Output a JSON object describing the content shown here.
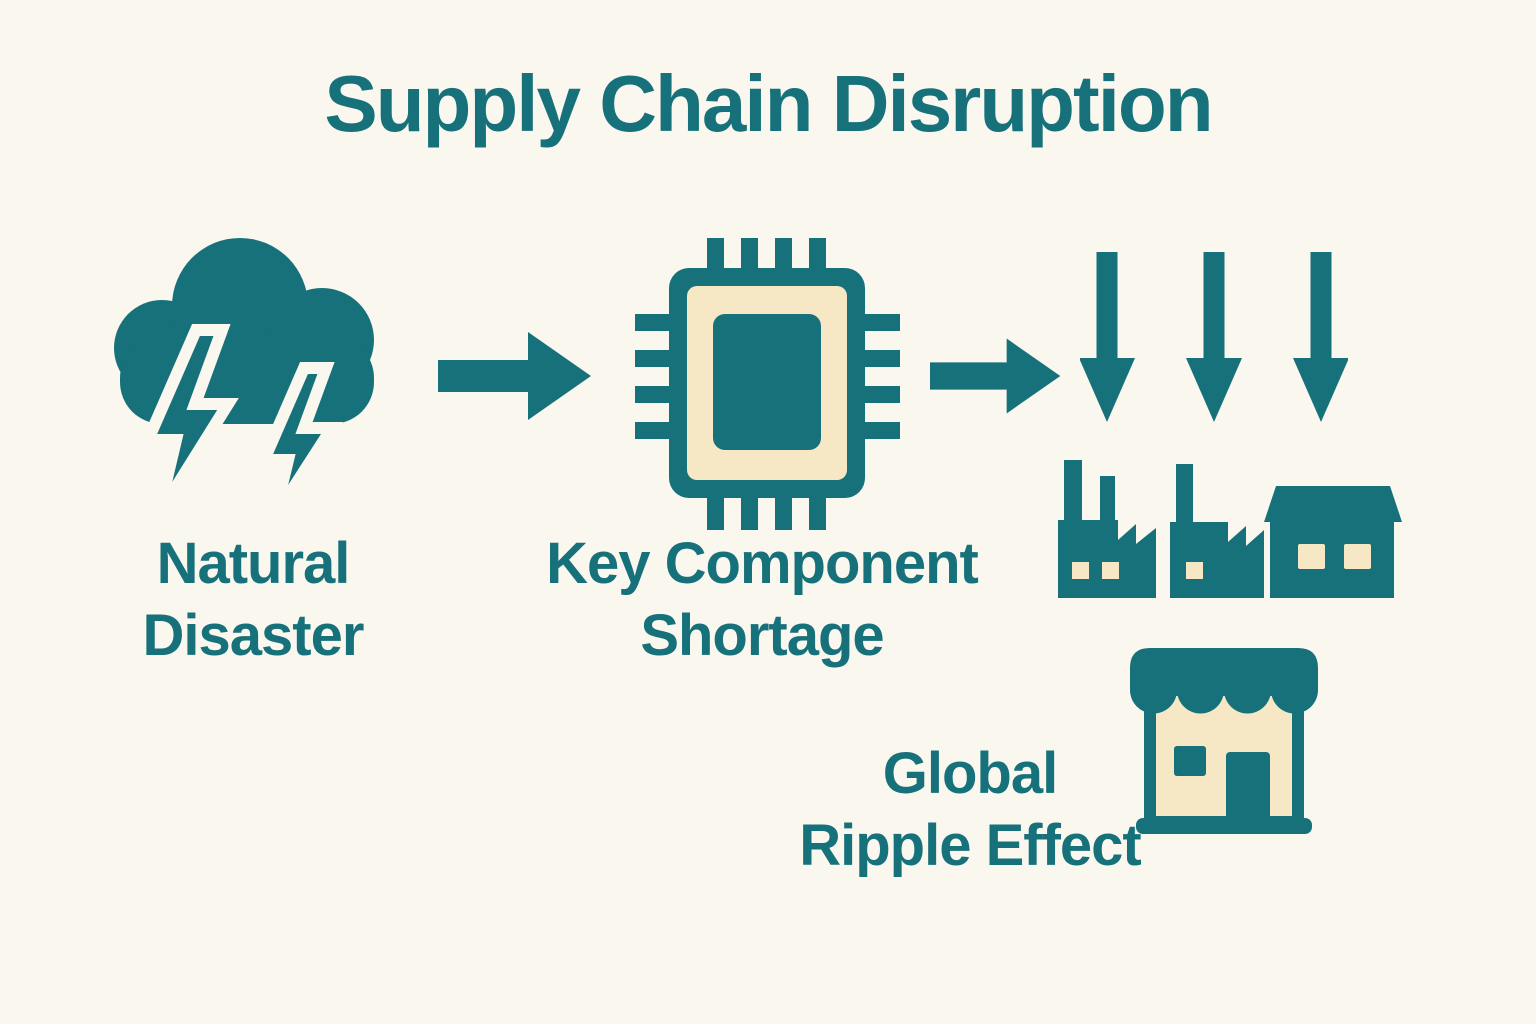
{
  "title": "Supply Chain Disruption",
  "colors": {
    "teal": "#17717b",
    "background": "#faf7ef",
    "cream": "#f6e8c5"
  },
  "nodes": [
    {
      "id": "natural-disaster",
      "icon": "storm-cloud-lightning-icon",
      "label_lines": [
        "Natural",
        "Disaster"
      ]
    },
    {
      "id": "key-component-shortage",
      "icon": "chip-icon",
      "label_lines": [
        "Key Component",
        "Shortage"
      ]
    },
    {
      "id": "global-ripple-effect",
      "icons": [
        "down-arrows-icon",
        "factory-buildings-icon",
        "store-icon"
      ],
      "label_lines": [
        "Global",
        "Ripple Effect"
      ]
    }
  ],
  "connectors": [
    {
      "from": "natural-disaster",
      "to": "key-component-shortage",
      "icon": "arrow-right-icon"
    },
    {
      "from": "key-component-shortage",
      "to": "global-ripple-effect",
      "icon": "arrow-right-icon"
    }
  ]
}
